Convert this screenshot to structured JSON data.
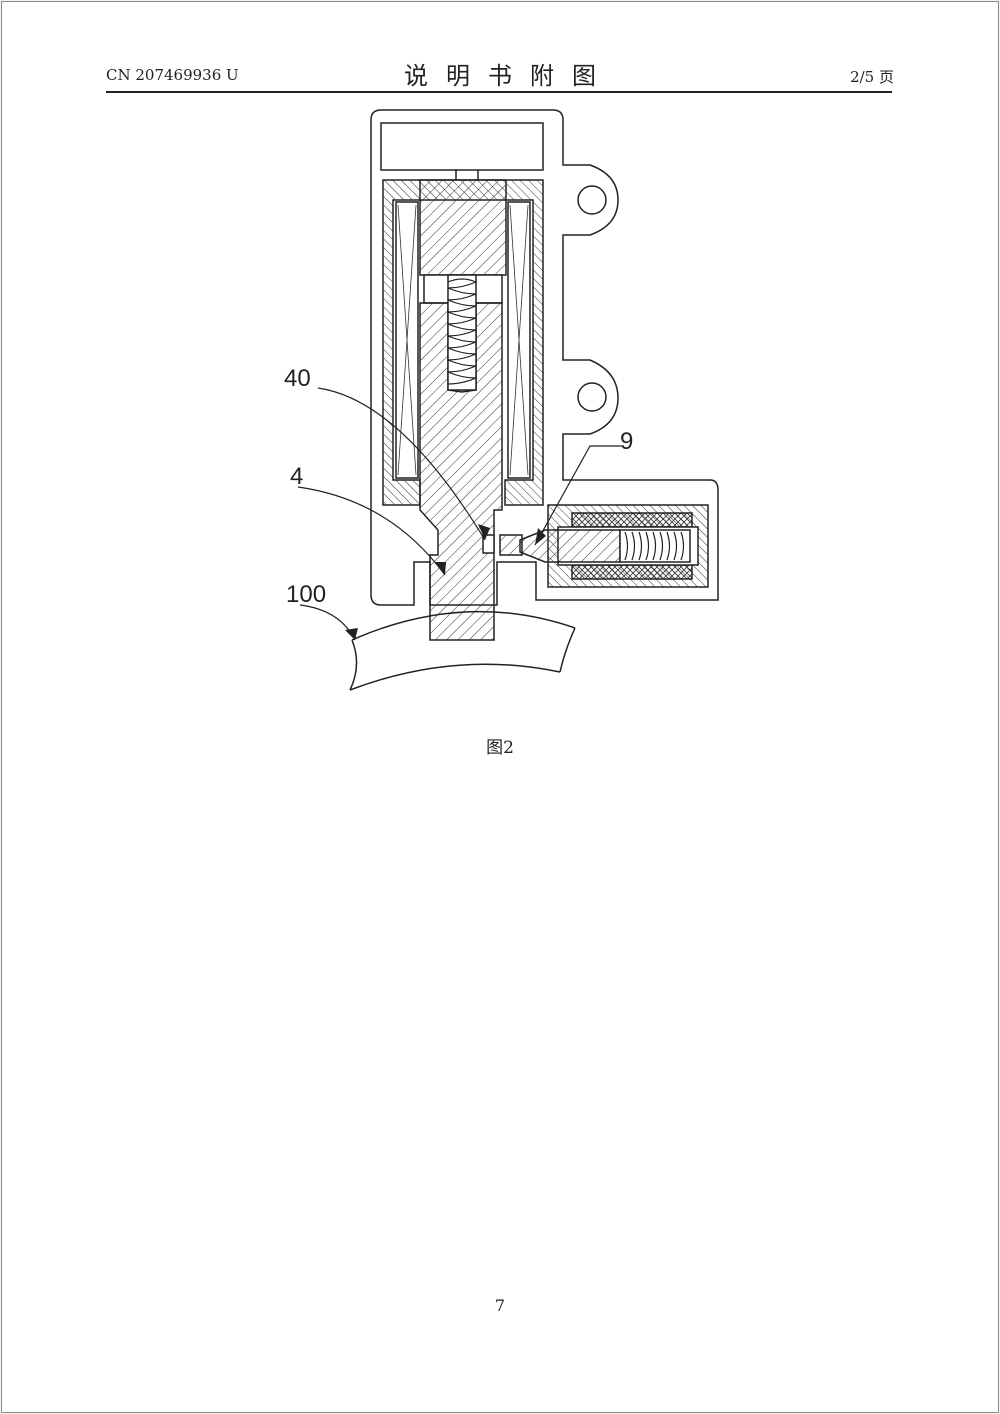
{
  "header": {
    "doc_number": "CN 207469936 U",
    "title": "说明书附图",
    "page_of": "2/5 页"
  },
  "figure": {
    "caption": "图2",
    "labels": {
      "l40": "40",
      "l4": "4",
      "l9": "9",
      "l100": "100"
    }
  },
  "footer": {
    "page_number": "7"
  }
}
